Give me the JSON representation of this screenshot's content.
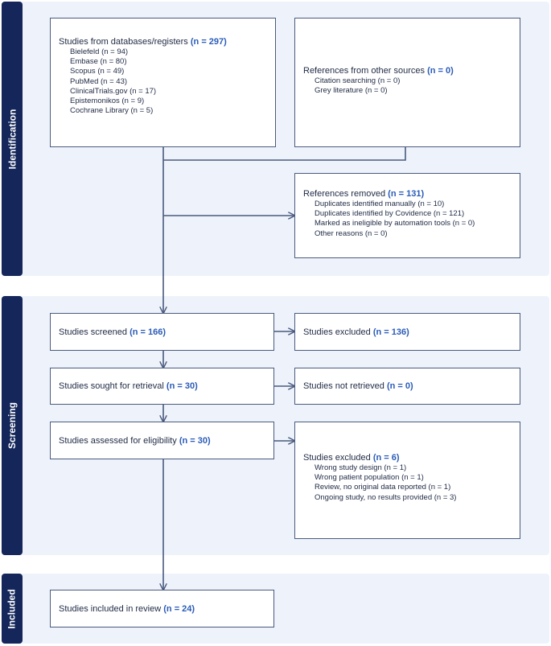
{
  "stages": {
    "identification": "Identification",
    "screening": "Screening",
    "included": "Included"
  },
  "colors": {
    "band_bg": "#eef3fb",
    "band_label": "#14265a",
    "count_highlight": "#2a5bb8",
    "line": "#4a5a7e"
  },
  "databases": {
    "title": "Studies from databases/registers",
    "count": "(n = 297)",
    "items": [
      "Bielefeld (n = 94)",
      "Embase (n = 80)",
      "Scopus (n = 49)",
      "PubMed (n = 43)",
      "ClinicalTrials.gov (n = 17)",
      "Epistemonikos (n = 9)",
      "Cochrane Library (n = 5)"
    ]
  },
  "other_sources": {
    "title": "References from other sources",
    "count": "(n = 0)",
    "items": [
      "Citation searching (n = 0)",
      "Grey literature (n = 0)"
    ]
  },
  "removed": {
    "title": "References removed",
    "count": "(n = 131)",
    "items": [
      "Duplicates identified manually (n = 10)",
      "Duplicates identified by Covidence (n = 121)",
      "Marked as ineligible by automation tools (n = 0)",
      "Other reasons (n = 0)"
    ]
  },
  "screened": {
    "title": "Studies screened",
    "count": "(n = 166)"
  },
  "excluded_screen": {
    "title": "Studies excluded",
    "count": "(n = 136)"
  },
  "sought": {
    "title": "Studies sought for retrieval",
    "count": "(n = 30)"
  },
  "not_retrieved": {
    "title": "Studies not retrieved",
    "count": "(n = 0)"
  },
  "assessed": {
    "title": "Studies assessed for eligibility",
    "count": "(n = 30)"
  },
  "excluded_full": {
    "title": "Studies excluded",
    "count": "(n = 6)",
    "items": [
      "Wrong study design (n = 1)",
      "Wrong patient population (n = 1)",
      "Review, no original data reported (n = 1)",
      "Ongoing study, no results provided (n = 3)"
    ]
  },
  "included": {
    "title": "Studies included in review",
    "count": "(n = 24)"
  }
}
